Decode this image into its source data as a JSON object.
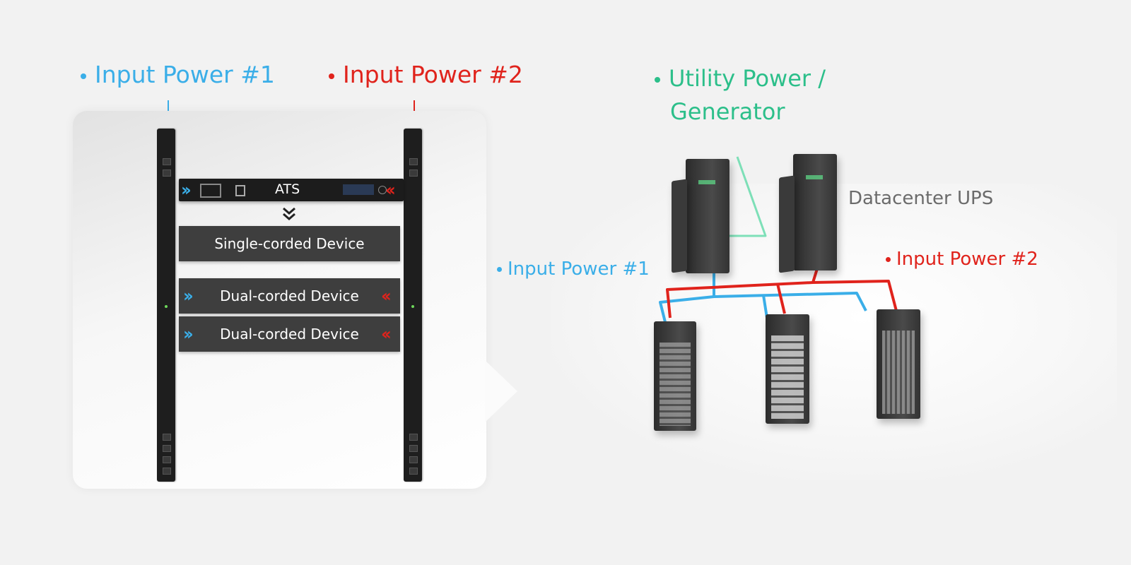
{
  "left_labels": {
    "input1": "Input Power #1",
    "input2": "Input Power #2"
  },
  "ats": {
    "label": "ATS"
  },
  "devices": {
    "single": "Single-corded Device",
    "dual": [
      "Dual-corded Device",
      "Dual-corded Device"
    ]
  },
  "right_labels": {
    "utility": [
      "Utility Power /",
      "Generator"
    ],
    "ups": "Datacenter UPS",
    "input1": "Input Power #1",
    "input2": "Input Power #2"
  },
  "colors": {
    "blue": "#3aaee8",
    "red": "#e0231c",
    "green": "#2cbf8a",
    "gray_text": "#6b6b6b",
    "device_box": "#3e3e3e"
  },
  "icons": {
    "down_arrow": "arrow-down-icon",
    "chevron_right": "double-chevron-right-icon",
    "chevron_left": "double-chevron-left-icon",
    "chevron_down": "double-chevron-down-icon"
  }
}
